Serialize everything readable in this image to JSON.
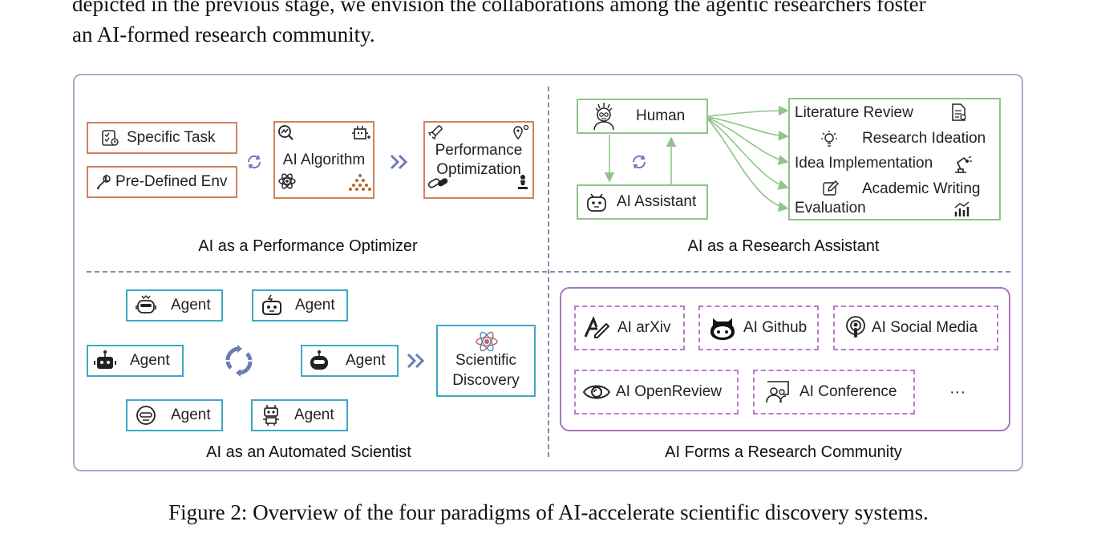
{
  "top_text": {
    "line1": "depicted in the previous stage, we envision the collaborations among the agentic researchers foster",
    "line2": "an AI-formed research community."
  },
  "caption": "Figure 2: Overview of the four paradigms of AI-accelerate scientific discovery systems.",
  "q1": {
    "title": "AI as a Performance Optimizer",
    "specific_task": "Specific Task",
    "pre_defined_env": "Pre-Defined Env",
    "ai_algorithm": "AI Algorithm",
    "perf_line1": "Performance",
    "perf_line2": "Optimization"
  },
  "q2": {
    "title": "AI as a Research Assistant",
    "human": "Human",
    "ai_assistant": "AI Assistant",
    "tasks": {
      "literature_review": "Literature Review",
      "research_ideation": "Research Ideation",
      "idea_implementation": "Idea Implementation",
      "academic_writing": "Academic Writing",
      "evaluation": "Evaluation"
    }
  },
  "q3": {
    "title": "AI as an Automated Scientist",
    "agent": "Agent",
    "sci_line1": "Scientific",
    "sci_line2": "Discovery"
  },
  "q4": {
    "title": "AI Forms a Research Community",
    "items": {
      "arxiv": "AI arXiv",
      "github": "AI Github",
      "social": "AI Social Media",
      "openreview": "AI OpenReview",
      "conference": "AI Conference",
      "more": "···"
    }
  },
  "colors": {
    "orange": "#d0845a",
    "green": "#8fc48a",
    "teal": "#3da9c6",
    "purple": "#a776bd",
    "frame": "#b2a6c9"
  }
}
